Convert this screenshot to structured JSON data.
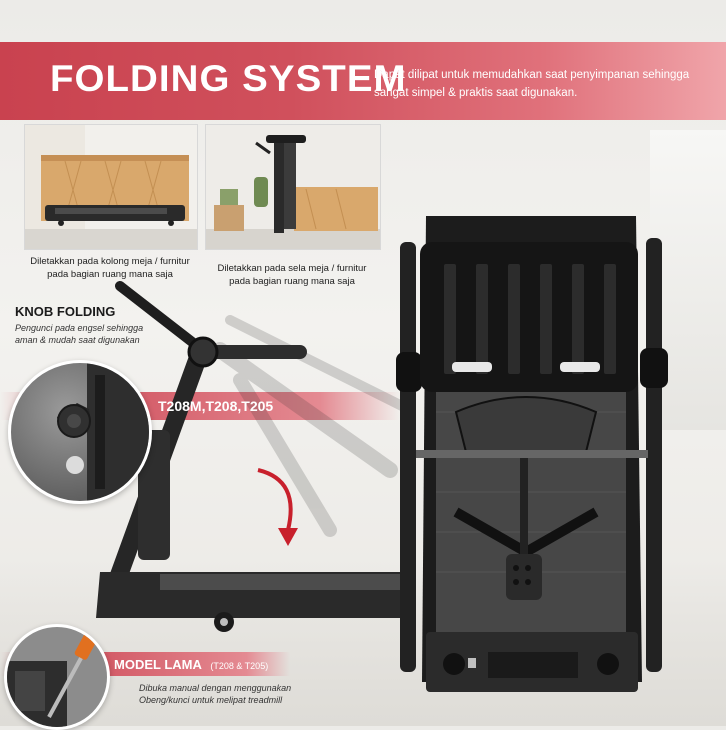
{
  "header": {
    "title": "FOLDING SYSTEM",
    "description": "Dapat dilipat  untuk memudahkan saat penyimpanan sehingga sangat simpel & praktis saat digunakan."
  },
  "photos": [
    {
      "caption_line1": "Diletakkan pada kolong meja / furnitur",
      "caption_line2": "pada bagian ruang mana saja"
    },
    {
      "caption_line1": "Diletakkan pada sela meja / furnitur",
      "caption_line2": "pada bagian ruang mana saja"
    }
  ],
  "knob": {
    "title": "KNOB FOLDING",
    "desc_line1": "Pengunci pada engsel sehingga",
    "desc_line2": "aman & mudah saat digunakan",
    "models": "T208M,T208,T205"
  },
  "model_lama": {
    "title": "MODEL LAMA",
    "models": "(T208 & T205)",
    "desc_line1": "Dibuka manual dengan menggunakan",
    "desc_line2": "Obeng/kunci untuk melipat treadmill"
  },
  "colors": {
    "accent": "#d0505c",
    "arrow": "#c8202c",
    "frame": "#1e1e1e"
  }
}
